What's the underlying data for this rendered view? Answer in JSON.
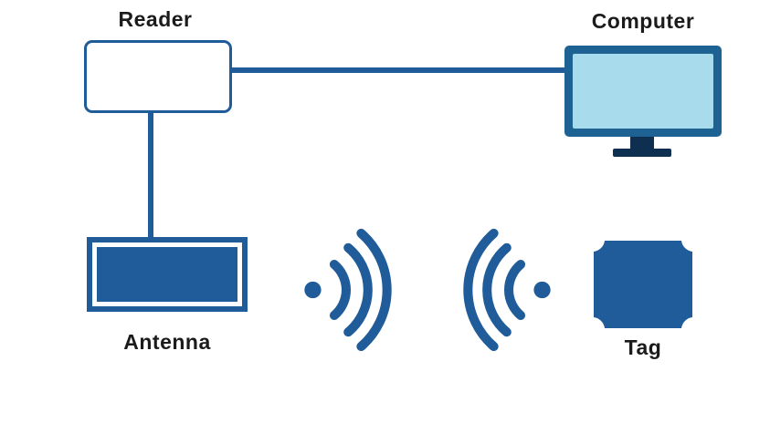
{
  "diagram": {
    "type": "rfid-system-diagram",
    "nodes": {
      "reader": {
        "label": "Reader"
      },
      "computer": {
        "label": "Computer"
      },
      "antenna": {
        "label": "Antenna"
      },
      "tag": {
        "label": "Tag"
      }
    },
    "icons": {
      "computer": "monitor-icon",
      "reader": "rounded-rectangle-box",
      "antenna": "antenna-panel-icon",
      "tag": "rfid-tag-icon",
      "waves_left": "radio-waves-emitting-right-icon",
      "waves_right": "radio-waves-emitting-left-icon"
    },
    "connections": [
      {
        "from": "reader",
        "to": "computer",
        "style": "solid-line"
      },
      {
        "from": "reader",
        "to": "antenna",
        "style": "solid-line"
      },
      {
        "from": "antenna",
        "to": "tag",
        "style": "radio-waves"
      }
    ],
    "colors": {
      "primary_blue": "#1f5c99",
      "monitor_frame_blue": "#1d6293",
      "screen_light_blue": "#a8dcec",
      "stand_navy": "#0e2f4f",
      "label_text": "#1b1b1b",
      "background": "#ffffff"
    }
  }
}
